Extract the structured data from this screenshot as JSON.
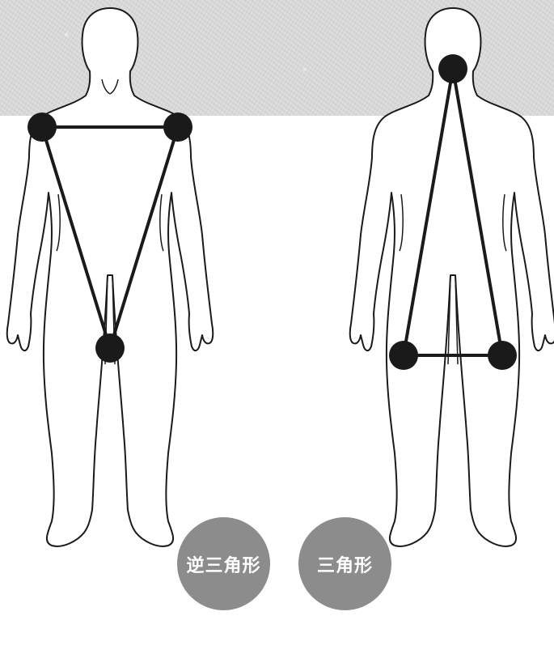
{
  "labels": {
    "inverted_triangle": "逆三角形",
    "triangle": "三角形"
  },
  "colors": {
    "badge": "#8c8c8c",
    "badge_text": "#ffffff",
    "texture": "#d9d9d9",
    "outline": "#1a1a1a"
  },
  "icons": [
    "body-silhouette-front",
    "body-silhouette-back",
    "dot-marker"
  ]
}
